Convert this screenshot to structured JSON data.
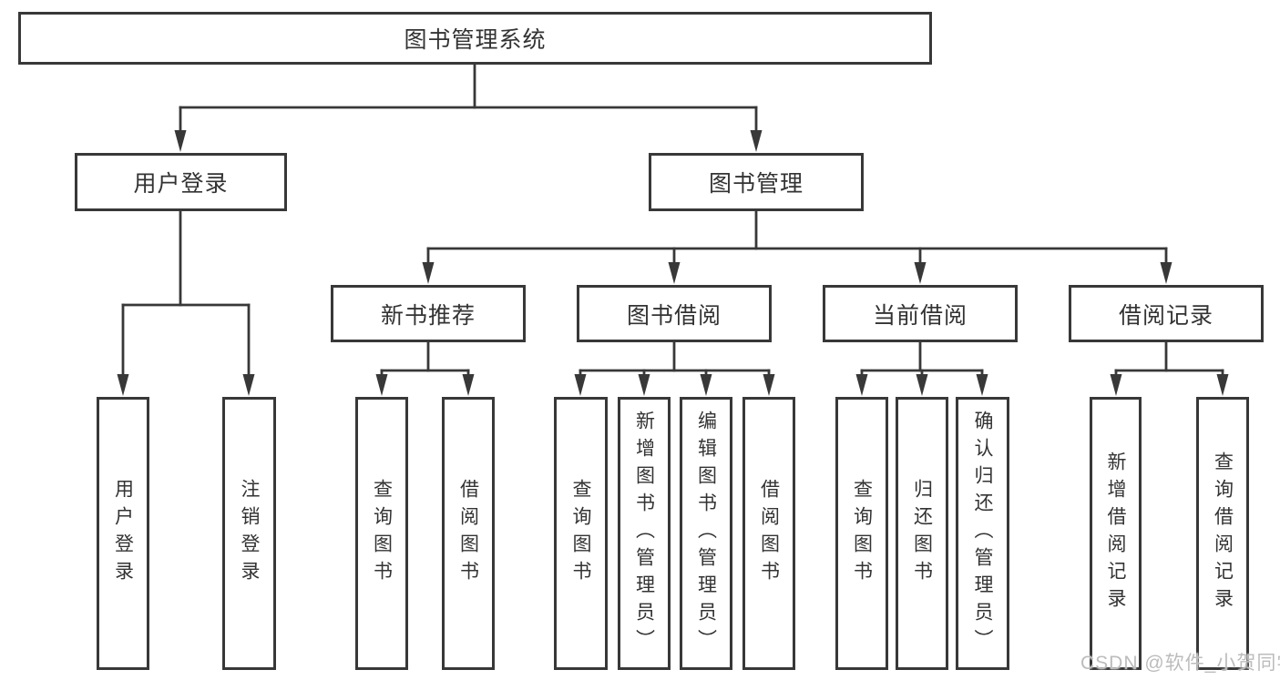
{
  "tree": {
    "label": "图书管理系统",
    "children": [
      {
        "label": "用户登录",
        "children": [
          {
            "label": "用户登录"
          },
          {
            "label": "注销登录"
          }
        ]
      },
      {
        "label": "图书管理",
        "children": [
          {
            "label": "新书推荐",
            "children": [
              {
                "label": "查询图书"
              },
              {
                "label": "借阅图书"
              }
            ]
          },
          {
            "label": "图书借阅",
            "children": [
              {
                "label": "查询图书"
              },
              {
                "label": "新增图书（管理员）"
              },
              {
                "label": "编辑图书（管理员）"
              },
              {
                "label": "借阅图书"
              }
            ]
          },
          {
            "label": "当前借阅",
            "children": [
              {
                "label": "查询图书"
              },
              {
                "label": "归还图书"
              },
              {
                "label": "确认归还（管理员）"
              }
            ]
          },
          {
            "label": "借阅记录",
            "children": [
              {
                "label": "新增借阅记录"
              },
              {
                "label": "查询借阅记录"
              }
            ]
          }
        ]
      }
    ]
  },
  "watermark": {
    "text": "CSDN @软件_小贺同学"
  },
  "colors": {
    "line": "#383838",
    "box_border": "#383838",
    "text": "#333333",
    "watermark": "#bcbcbc",
    "background": "#ffffff"
  }
}
